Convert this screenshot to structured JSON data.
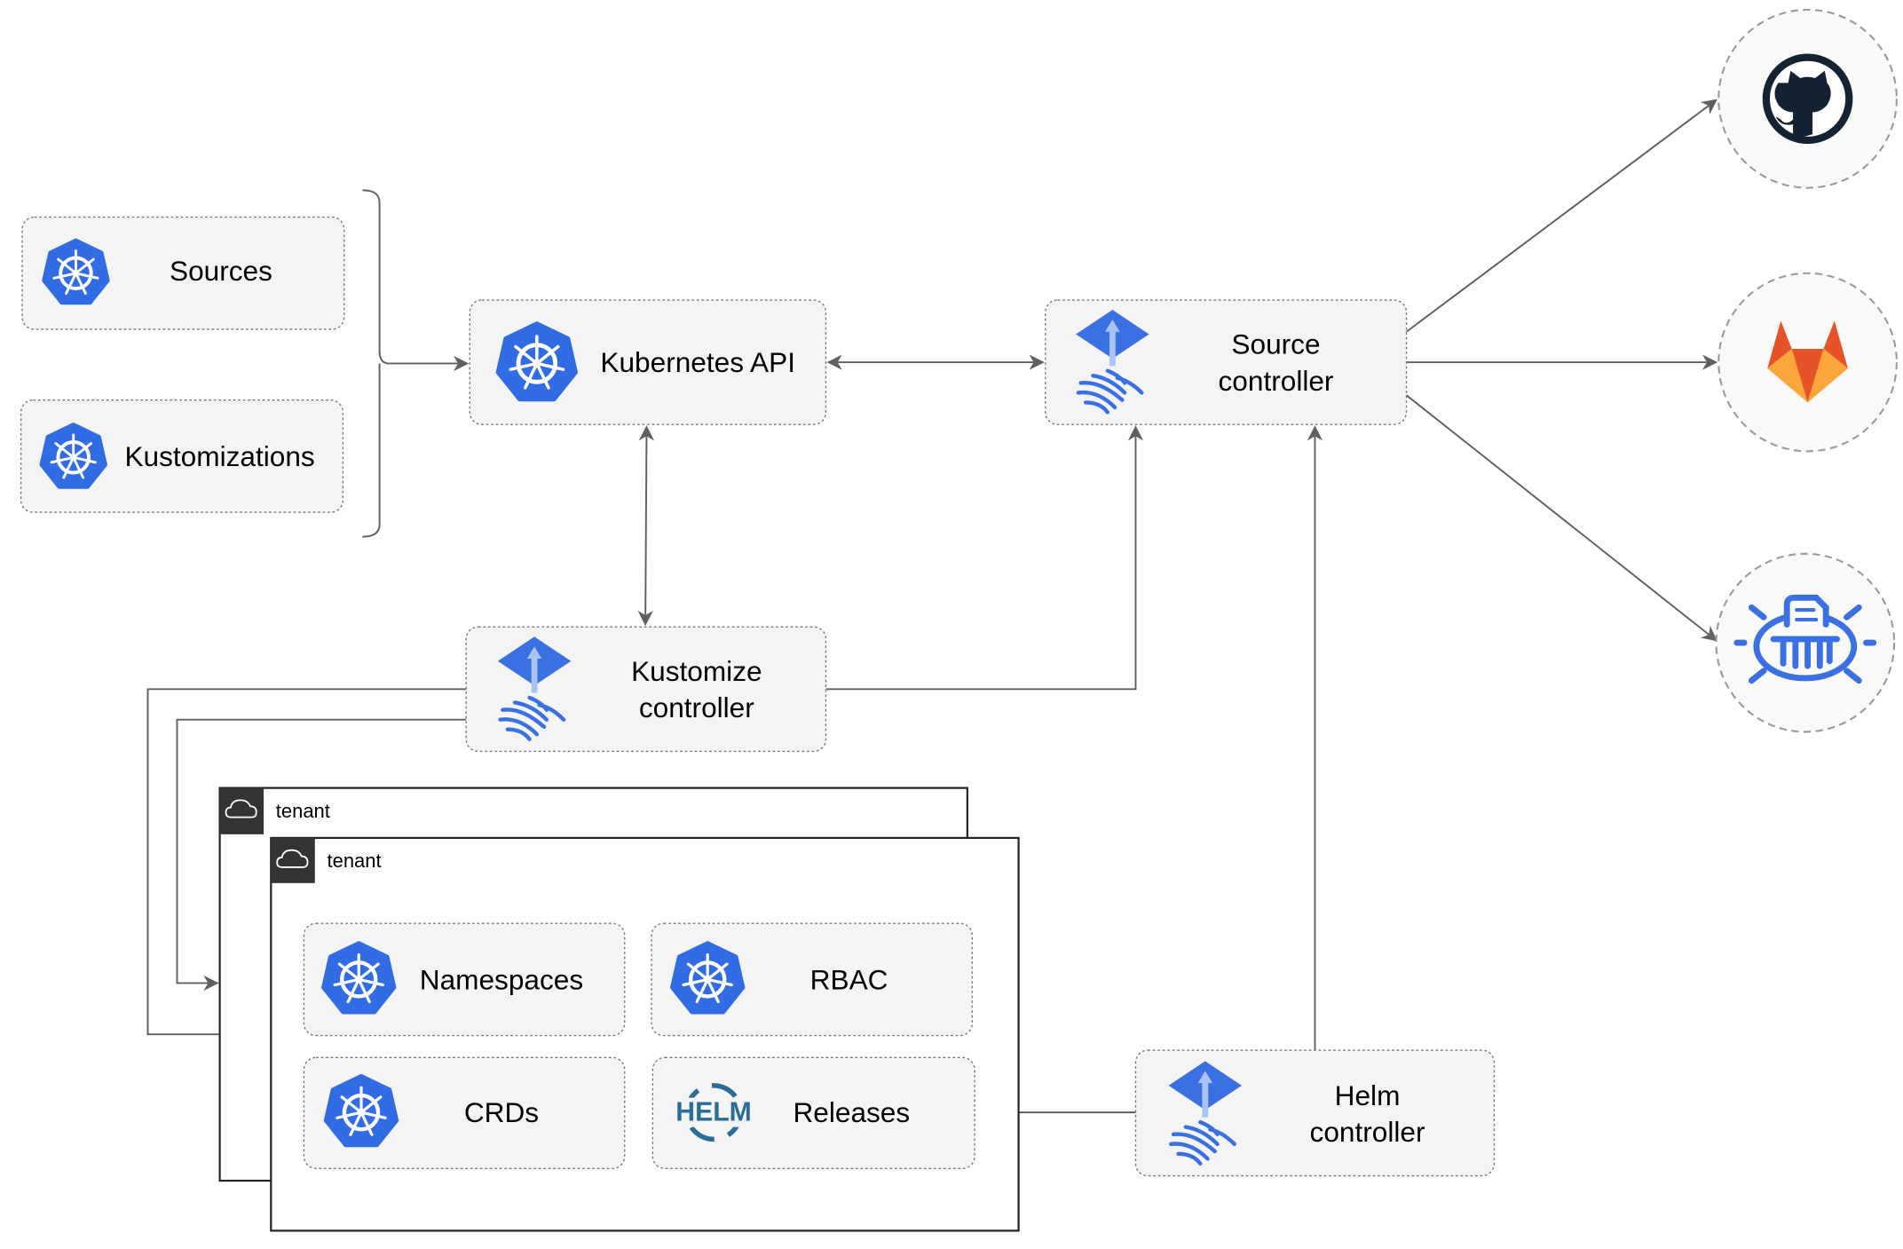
{
  "nodes": {
    "sources": "Sources",
    "kustomizations": "Kustomizations",
    "kubernetes_api": "Kubernetes API",
    "source_controller": [
      "Source",
      "controller"
    ],
    "kustomize_controller": [
      "Kustomize",
      "controller"
    ],
    "helm_controller": [
      "Helm",
      "controller"
    ],
    "namespaces": "Namespaces",
    "rbac": "RBAC",
    "crds": "CRDs",
    "releases": "Releases",
    "helm_logo_text": "HELM"
  },
  "tenants": [
    "tenant",
    "tenant"
  ],
  "external_sources": [
    "github-icon",
    "gitlab-icon",
    "bucket-icon"
  ],
  "colors": {
    "kubernetes_blue": "#326ce5",
    "flux_blue": "#3b70e3",
    "edge": "#606060",
    "box_fill": "#f4f4f4",
    "github": "#132331",
    "gitlab_orange": "#e65328",
    "gitlab_yellow": "#fba63a",
    "helm": "#2a6d96"
  }
}
